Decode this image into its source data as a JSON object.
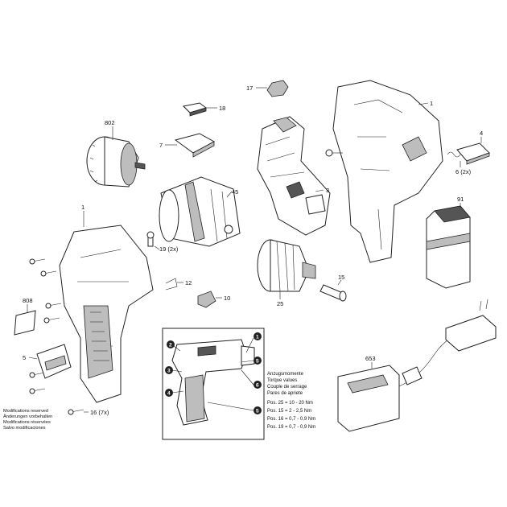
{
  "labels": {
    "p17": "17",
    "p18": "18",
    "p1_top": "1",
    "p802": "802",
    "p7": "7",
    "p4": "4",
    "p6": "6 (2x)",
    "p3": "3",
    "p45": "45",
    "p91": "91",
    "p1_left": "1",
    "p19": "19 (2x)",
    "p15": "15",
    "p12": "12",
    "p10": "10",
    "p25": "25",
    "p808": "808",
    "p5": "5",
    "p653": "653",
    "p16": "16 (7x)"
  },
  "callouts": [
    "1",
    "2",
    "3",
    "4",
    "5",
    "6",
    "5"
  ],
  "torque": {
    "heading": [
      "Anzugsmomente",
      "Torque values",
      "Couple de serrage",
      "Pares de apriete"
    ],
    "rows": [
      "Pos. 25 = 10 - 20 Nm",
      "Pos. 15 = 2 - 2,5 Nm",
      "Pos. 16 = 0,7 - 0,9 Nm",
      "Pos. 19 = 0,7 - 0,9 Nm"
    ]
  },
  "notes": [
    "Modifications reserved",
    "Änderungen vorbehalten",
    "Modifications réservées",
    "Salvo modificaciones"
  ]
}
